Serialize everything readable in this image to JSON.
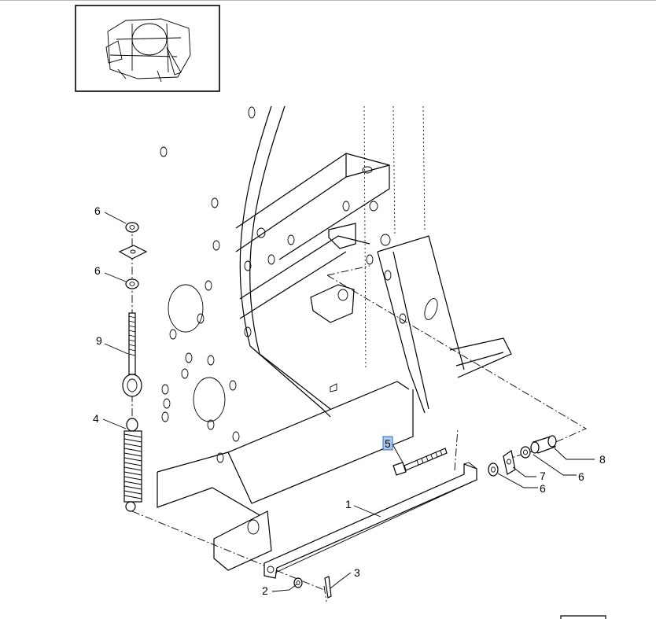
{
  "callouts": [
    {
      "id": "c-6a",
      "label": "6",
      "part": "nut"
    },
    {
      "id": "c-6b",
      "label": "6",
      "part": "nut"
    },
    {
      "id": "c-9",
      "label": "9",
      "part": "eye-bolt"
    },
    {
      "id": "c-4",
      "label": "4",
      "part": "tension-spring"
    },
    {
      "id": "c-5",
      "label": "5",
      "part": "bolt",
      "highlighted": true
    },
    {
      "id": "c-1",
      "label": "1",
      "part": "arm"
    },
    {
      "id": "c-2",
      "label": "2",
      "part": "washer"
    },
    {
      "id": "c-3",
      "label": "3",
      "part": "cotter-pin"
    },
    {
      "id": "c-8",
      "label": "8",
      "part": "pin"
    },
    {
      "id": "c-7",
      "label": "7",
      "part": "plate"
    },
    {
      "id": "c-6c",
      "label": "6",
      "part": "nut"
    },
    {
      "id": "c-6d",
      "label": "6",
      "part": "nut"
    }
  ],
  "colors": {
    "highlight_fill": "#a9c8ea",
    "highlight_stroke": "#2b6fc0",
    "ink": "#000000"
  }
}
